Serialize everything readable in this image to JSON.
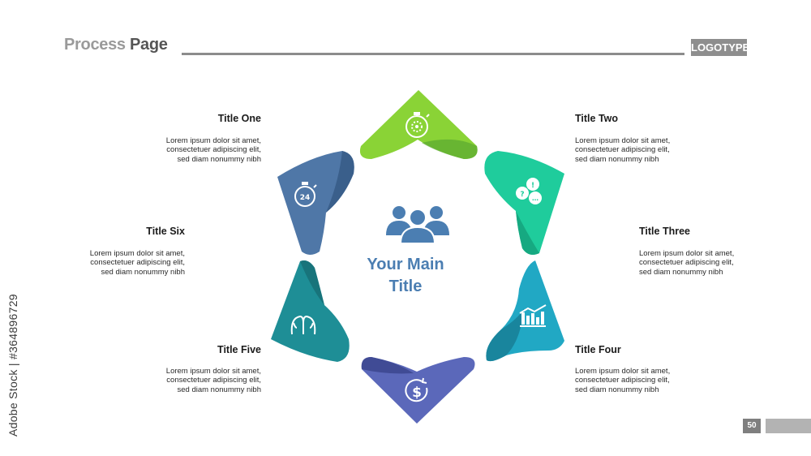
{
  "header": {
    "title_part1": "Process",
    "title_part2": "Page",
    "logo": "LOGOTYPE"
  },
  "center": {
    "icon": "team-icon",
    "title": "Your Main\nTitle",
    "color": "#4b7eb2"
  },
  "steps": [
    {
      "title": "Title One",
      "text": "Lorem ipsum dolor sit amet,\nconsectetuer adipiscing elit,\nsed diam nonummy nibh",
      "color": "#4f77a7",
      "icon": "stopwatch-24-icon"
    },
    {
      "title": "Title Two",
      "text": "Lorem ipsum dolor sit amet,\nconsectetuer adipiscing elit,\nsed diam nonummy nibh",
      "color": "#8ad336",
      "icon": "stopwatch-gear-icon"
    },
    {
      "title": "Title Three",
      "text": "Lorem ipsum dolor sit amet,\nconsectetuer adipiscing elit,\nsed diam nonummy nibh",
      "color": "#1fcc9c",
      "icon": "chat-bubbles-icon"
    },
    {
      "title": "Title Four",
      "text": "Lorem ipsum dolor sit amet,\nconsectetuer adipiscing elit,\nsed diam nonummy nibh",
      "color": "#21a8c4",
      "icon": "bar-chart-icon"
    },
    {
      "title": "Title Five",
      "text": "Lorem ipsum dolor sit amet,\nconsectetuer adipiscing elit,\nsed diam nonummy nibh",
      "color": "#5b68ba",
      "icon": "dollar-cycle-icon"
    },
    {
      "title": "Title Six",
      "text": "Lorem ipsum dolor sit amet,\nconsectetuer adipiscing elit,\nsed diam nonummy nibh",
      "color": "#1e8e96",
      "icon": "two-heads-icon"
    }
  ],
  "footer": {
    "page_number": "50"
  },
  "watermark": "Adobe Stock | #364896729"
}
